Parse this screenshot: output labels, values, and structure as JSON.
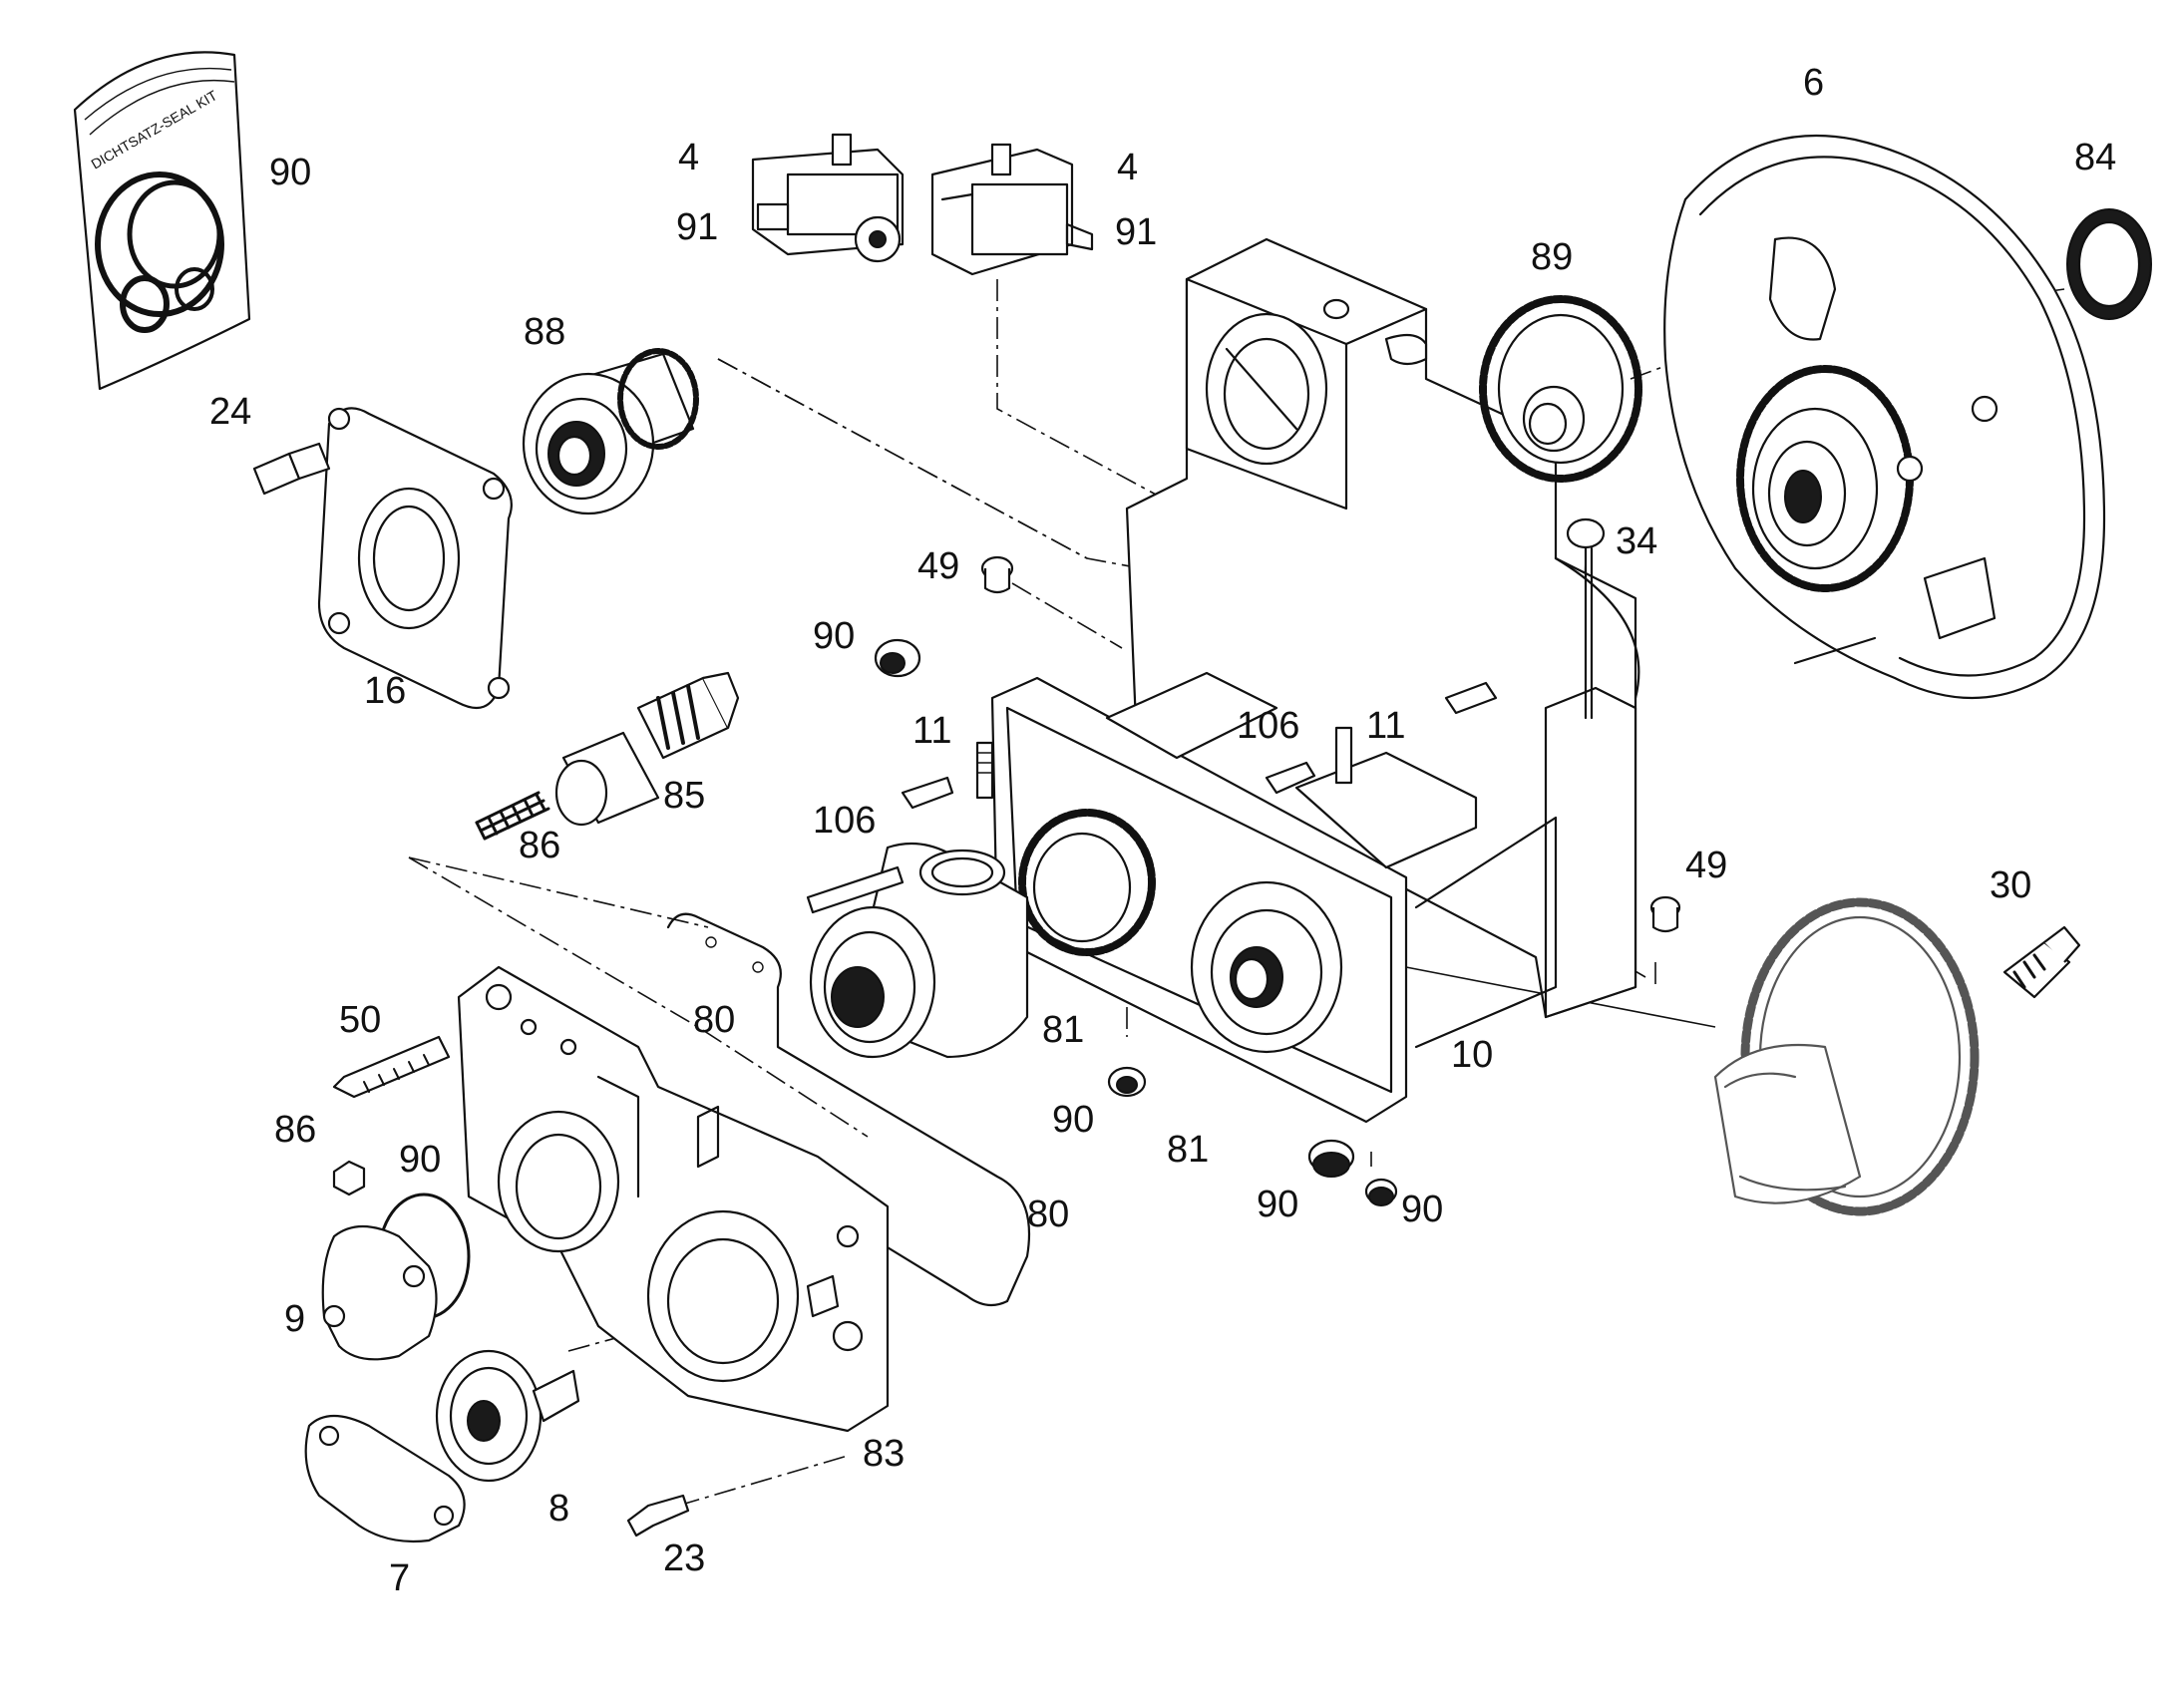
{
  "seal_kit": {
    "label": "DICHTSATZ-SEAL KIT"
  },
  "callouts": [
    {
      "id": "c-6",
      "text": "6"
    },
    {
      "id": "c-84",
      "text": "84"
    },
    {
      "id": "c-90a",
      "text": "90"
    },
    {
      "id": "c-4a",
      "text": "4"
    },
    {
      "id": "c-91a",
      "text": "91"
    },
    {
      "id": "c-4b",
      "text": "4"
    },
    {
      "id": "c-91b",
      "text": "91"
    },
    {
      "id": "c-89",
      "text": "89"
    },
    {
      "id": "c-88",
      "text": "88"
    },
    {
      "id": "c-24",
      "text": "24"
    },
    {
      "id": "c-34",
      "text": "34"
    },
    {
      "id": "c-49a",
      "text": "49"
    },
    {
      "id": "c-90b",
      "text": "90"
    },
    {
      "id": "c-16",
      "text": "16"
    },
    {
      "id": "c-11a",
      "text": "11"
    },
    {
      "id": "c-106a",
      "text": "106"
    },
    {
      "id": "c-11b",
      "text": "11"
    },
    {
      "id": "c-85",
      "text": "85"
    },
    {
      "id": "c-86a",
      "text": "86"
    },
    {
      "id": "c-106b",
      "text": "106"
    },
    {
      "id": "c-49b",
      "text": "49"
    },
    {
      "id": "c-30",
      "text": "30"
    },
    {
      "id": "c-80a",
      "text": "80"
    },
    {
      "id": "c-50",
      "text": "50"
    },
    {
      "id": "c-81a",
      "text": "81"
    },
    {
      "id": "c-10",
      "text": "10"
    },
    {
      "id": "c-90c",
      "text": "90"
    },
    {
      "id": "c-86b",
      "text": "86"
    },
    {
      "id": "c-90d",
      "text": "90"
    },
    {
      "id": "c-81b",
      "text": "81"
    },
    {
      "id": "c-80b",
      "text": "80"
    },
    {
      "id": "c-90e",
      "text": "90"
    },
    {
      "id": "c-90f",
      "text": "90"
    },
    {
      "id": "c-9",
      "text": "9"
    },
    {
      "id": "c-83",
      "text": "83"
    },
    {
      "id": "c-8",
      "text": "8"
    },
    {
      "id": "c-23",
      "text": "23"
    },
    {
      "id": "c-7",
      "text": "7"
    }
  ]
}
